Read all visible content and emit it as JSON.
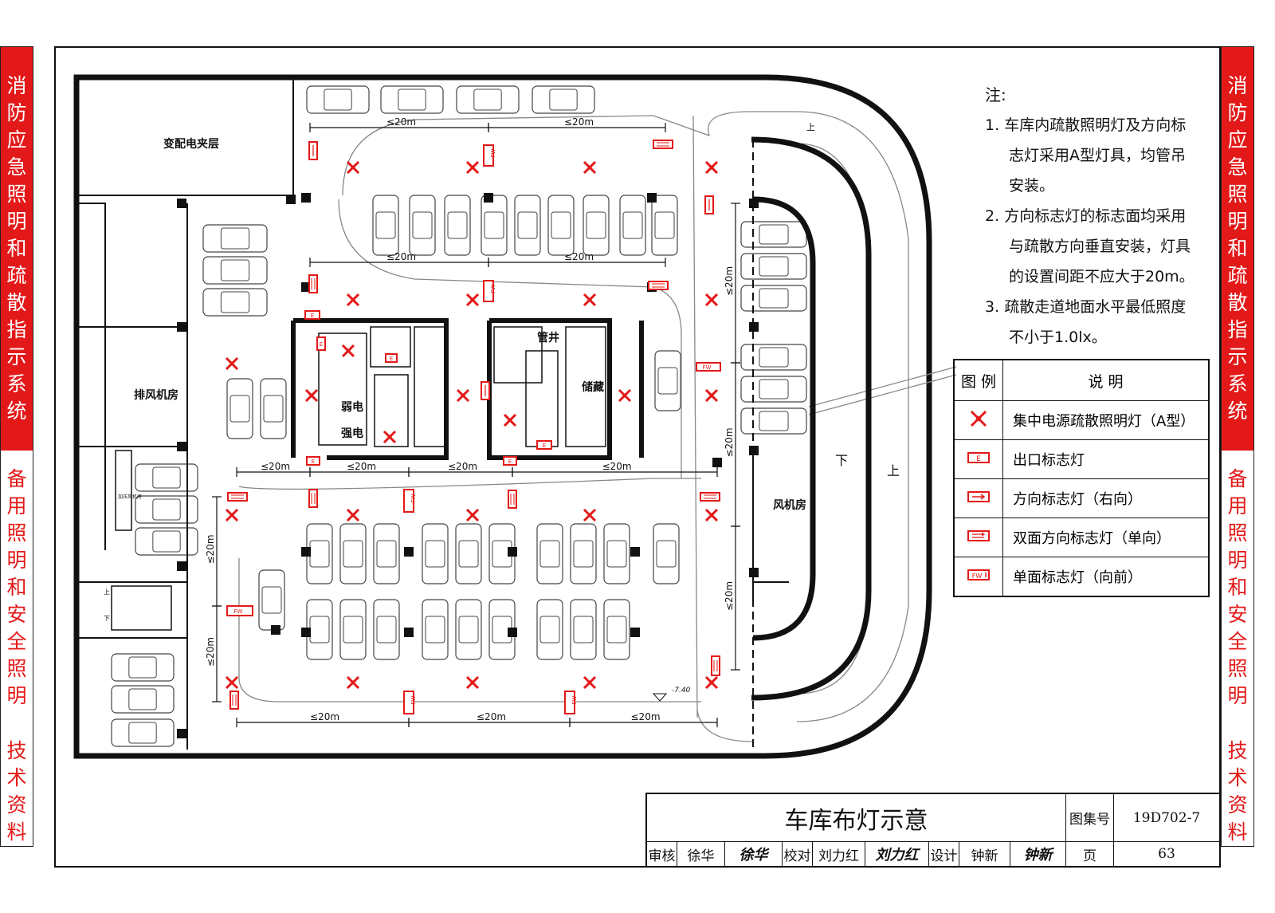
{
  "sidebar": {
    "left": [
      {
        "text": "消防应急照明和疏散指示系统",
        "style": "red"
      },
      {
        "text": "备用照明和安全照明",
        "style": "white"
      },
      {
        "text": "技术资料",
        "style": "white"
      }
    ],
    "right": [
      {
        "text": "消防应急照明和疏散指示系统",
        "style": "red"
      },
      {
        "text": "备用照明和安全照明",
        "style": "white"
      },
      {
        "text": "技术资料",
        "style": "white"
      }
    ]
  },
  "rooms": {
    "substation": "变配电夹层",
    "exhaust_fan_room": "排风机房",
    "weak_current": "弱电",
    "strong_current": "强电",
    "pipe_shaft": "管井",
    "storage": "储藏",
    "fan_room": "风机房",
    "small_room": "加压风机房"
  },
  "ramp": {
    "down": "下",
    "up": "上",
    "up_top": "上"
  },
  "stairs": {
    "up": "上",
    "down": "下"
  },
  "dimensions": {
    "spacing": "≤20m"
  },
  "elevation": "-7.40",
  "sign_codes": {
    "exit": "E",
    "forward": "FW"
  },
  "notes": {
    "heading": "注:",
    "items": [
      {
        "num": "1.",
        "text": "车库内疏散照明灯及方向标志灯采用A型灯具，均管吊安装。"
      },
      {
        "num": "2.",
        "text": "方向标志灯的标志面均采用与疏散方向垂直安装，灯具的设置间距不应大于20m。"
      },
      {
        "num": "3.",
        "text": "疏散走道地面水平最低照度不小于1.0lx。"
      }
    ]
  },
  "legend": {
    "header_symbol": "图 例",
    "header_desc": "说 明",
    "rows": [
      {
        "icon": "evac-light",
        "desc": "集中电源疏散照明灯（A型）"
      },
      {
        "icon": "exit-sign",
        "desc": "出口标志灯"
      },
      {
        "icon": "direction-sign",
        "desc": "方向标志灯（右向）"
      },
      {
        "icon": "double-direction-sign",
        "desc": "双面方向标志灯（单向）"
      },
      {
        "icon": "forward-sign",
        "desc": "单面标志灯（向前）"
      }
    ]
  },
  "title_block": {
    "title": "车库布灯示意",
    "atlas_label": "图集号",
    "atlas_number": "19D702-7",
    "review_label": "审核",
    "reviewer": "徐华",
    "reviewer_sign": "徐华",
    "check_label": "校对",
    "checker": "刘力红",
    "checker_sign": "刘力红",
    "design_label": "设计",
    "designer": "钟新",
    "designer_sign": "钟新",
    "page_label": "页",
    "page_number": "63"
  },
  "colors": {
    "red": "#e31818",
    "line": "#111111",
    "gray": "#888888"
  }
}
